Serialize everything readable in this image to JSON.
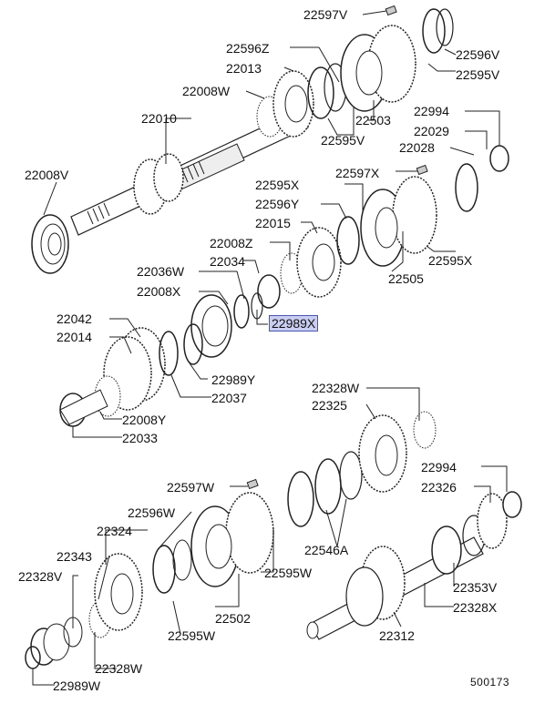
{
  "diagram": {
    "labels": {
      "p22597V": "22597V",
      "p22596Z": "22596Z",
      "p22596V": "22596V",
      "p22013": "22013",
      "p22595V_top": "22595V",
      "p22008W": "22008W",
      "p22503": "22503",
      "p22595V_mid": "22595V",
      "p22010": "22010",
      "p22994_top": "22994",
      "p22029": "22029",
      "p22028": "22028",
      "p22008V": "22008V",
      "p22597X": "22597X",
      "p22595X_top": "22595X",
      "p22596Y": "22596Y",
      "p22015": "22015",
      "p22008Z": "22008Z",
      "p22034": "22034",
      "p22595X_bot": "22595X",
      "p22505": "22505",
      "p22036W": "22036W",
      "p22008X": "22008X",
      "p22989X": "22989X",
      "p22042": "22042",
      "p22014": "22014",
      "p22989Y": "22989Y",
      "p22037": "22037",
      "p22008Y": "22008Y",
      "p22033": "22033",
      "p22328W_top": "22328W",
      "p22325": "22325",
      "p22994_bot": "22994",
      "p22597W": "22597W",
      "p22326": "22326",
      "p22596W": "22596W",
      "p22324": "22324",
      "p22343": "22343",
      "p22546A": "22546A",
      "p22328V": "22328V",
      "p22595W": "22595W",
      "p22353V": "22353V",
      "p22328X": "22328X",
      "p22502": "22502",
      "p22595W_bot": "22595W",
      "p22312": "22312",
      "p22328W_bot": "22328W",
      "p22989W": "22989W"
    },
    "highlighted": "22989X",
    "drawing_code": "500173"
  }
}
